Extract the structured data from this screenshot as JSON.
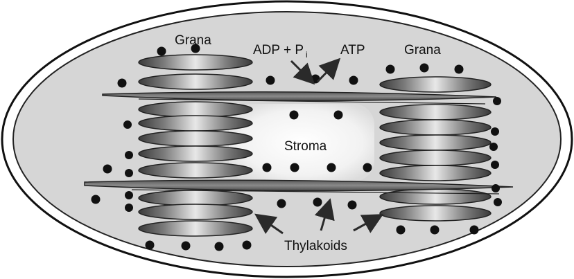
{
  "labels": {
    "grana_left": "Grana",
    "grana_right": "Grana",
    "adp": "ADP + P",
    "adp_sub": "i",
    "atp": "ATP",
    "stroma": "Stroma",
    "thylakoids": "Thylakoids"
  },
  "colors": {
    "envelope_fill": "#ffffff",
    "envelope_stroke": "#111111",
    "inner_fill": "#d9d9d9",
    "disc_dark": "#4a4a4a",
    "disc_light": "#e2e2e2",
    "particle": "#111111",
    "arrow": "#2a2a2a"
  }
}
